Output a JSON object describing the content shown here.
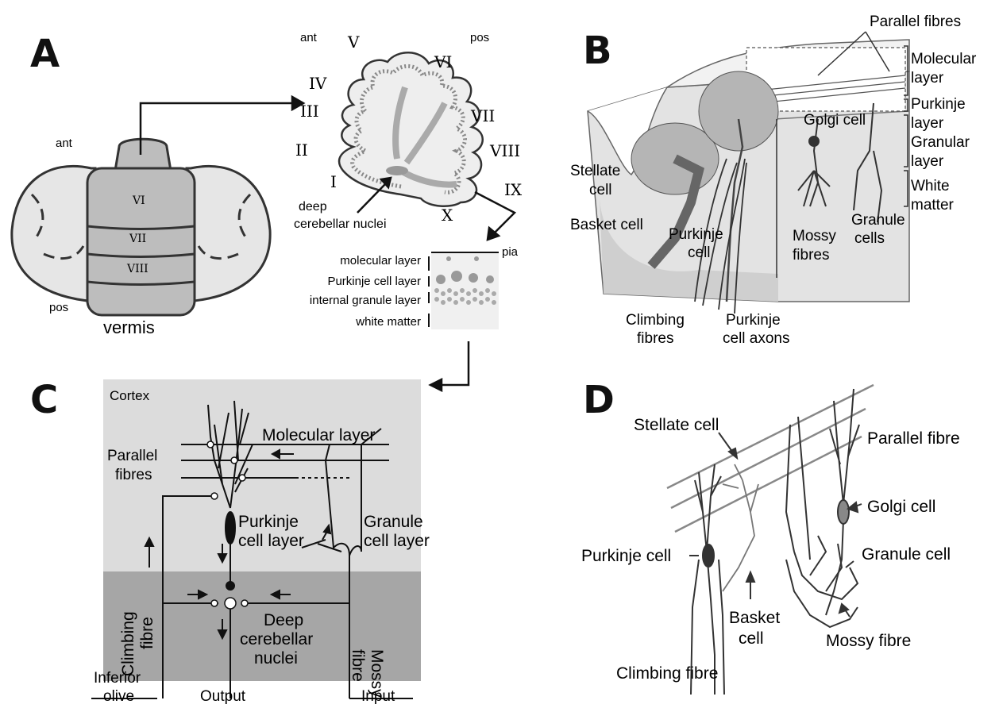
{
  "panels": {
    "A": {
      "letter": "A",
      "orientation": {
        "ant_top": "ant",
        "pos_top": "pos",
        "ant_left": "ant",
        "pos_left": "pos"
      },
      "vermis_label": "vermis",
      "lobules_vermis": [
        "VI",
        "VII",
        "VIII"
      ],
      "lobules_section": [
        "I",
        "II",
        "III",
        "IV",
        "V",
        "VI",
        "VII",
        "VIII",
        "IX",
        "X"
      ],
      "deep_nuclei_label": [
        "deep",
        "cerebellar nuclei"
      ],
      "pia_label": "pia",
      "layers": [
        "molecular layer",
        "Purkinje cell layer",
        "internal granule layer",
        "white matter"
      ]
    },
    "B": {
      "letter": "B",
      "parallel_fibres": "Parallel fibres",
      "layer_labels": [
        [
          "Molecular",
          "layer"
        ],
        [
          "Purkinje",
          "layer"
        ],
        [
          "Granular",
          "layer"
        ],
        [
          "White",
          "matter"
        ]
      ],
      "golgi": "Golgi cell",
      "stellate": [
        "Stellate",
        "cell"
      ],
      "basket": "Basket cell",
      "purkinje": [
        "Purkinje",
        "cell"
      ],
      "mossy": [
        "Mossy",
        "fibres"
      ],
      "granule": [
        "Granule",
        "cells"
      ],
      "climbing": [
        "Climbing",
        "fibres"
      ],
      "purkinje_axons": [
        "Purkinje",
        "cell axons"
      ]
    },
    "C": {
      "letter": "C",
      "cortex": "Cortex",
      "molecular": "Molecular layer",
      "parallel": [
        "Parallel",
        "fibres"
      ],
      "purkinje_layer": [
        "Purkinje",
        "cell layer"
      ],
      "granule_layer": [
        "Granule",
        "cell layer"
      ],
      "climbing": [
        "Climbing",
        "fibre"
      ],
      "mossy": [
        "Mossy",
        "fibre"
      ],
      "deep": [
        "Deep",
        "cerebellar",
        "nuclei"
      ],
      "inferior_olive": [
        "Inferior",
        "olive"
      ],
      "output": "Output",
      "input": "Input"
    },
    "D": {
      "letter": "D",
      "stellate": "Stellate cell",
      "parallel": "Parallel fibre",
      "golgi": "Golgi cell",
      "purkinje": "Purkinje cell",
      "granule": "Granule cell",
      "basket": [
        "Basket",
        "cell"
      ],
      "mossy": "Mossy fibre",
      "climbing": "Climbing fibre"
    }
  },
  "colors": {
    "light_grey": "#dcdcdc",
    "dark_grey": "#a6a6a6",
    "ink": "#222222",
    "vermis": "#bdbdbd",
    "hemisphere": "#e6e6e6"
  }
}
